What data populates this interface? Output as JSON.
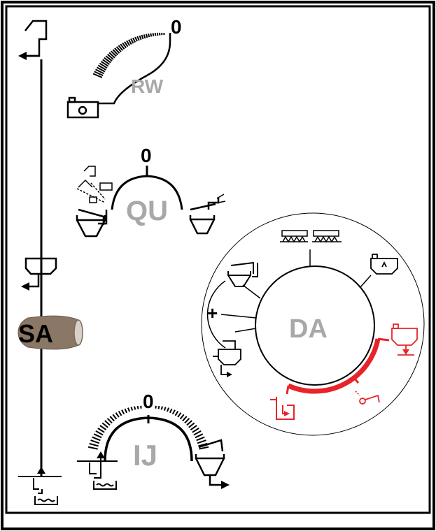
{
  "colors": {
    "frame": "#000000",
    "label_gray": "#a8a8a8",
    "active_red": "#e8242a",
    "sa_oval": "#8a7766"
  },
  "dials": {
    "rw": {
      "label": "RW",
      "zero": "0"
    },
    "qu": {
      "label": "QU",
      "zero": "0"
    },
    "ij": {
      "label": "IJ",
      "zero": "0"
    }
  },
  "selector": {
    "label": "SA"
  },
  "distributor": {
    "label": "DA",
    "plus": "+"
  },
  "icons": {
    "top_left": "tank-outlet-icon",
    "rw": "rinse-tank-circulation-icon",
    "qu_left_group": "fill-sources-icon",
    "qu_left": "induction-hopper-icon",
    "qu_right": "hopper-water-fill-icon",
    "mid_left": "tank-outlet-icon",
    "ij_left": "water-suction-icon",
    "ij_right": "hopper-outlet-icon",
    "bottom_left": "water-suction-icon",
    "da_booms": "spray-boom-icon",
    "da_tank_clean": "tank-cleaning-icon",
    "da_hopper": "induction-hopper-icon",
    "da_mixer": "tank-agitation-icon",
    "da_drain": "tank-drain-icon",
    "da_gun": "spray-gun-icon",
    "da_canister": "canister-flush-icon"
  }
}
